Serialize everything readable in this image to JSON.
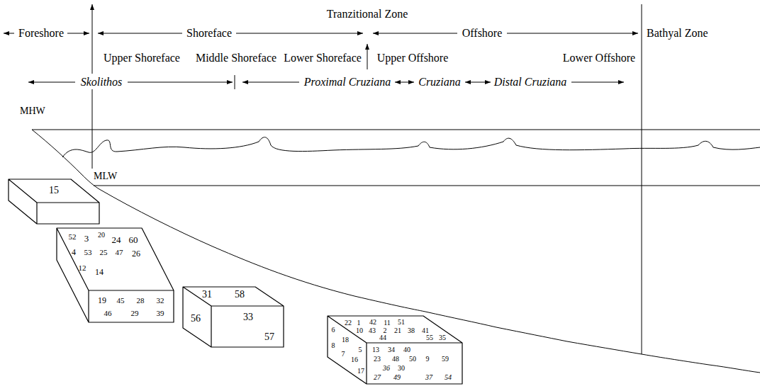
{
  "diagram": {
    "nodes": [
      {
        "text": [
          "15"
        ]
      },
      {
        "text": [
          "52",
          "3",
          "20",
          "24",
          "60",
          "4",
          "53",
          "25",
          "47",
          "26",
          "12",
          "14",
          "19",
          "45",
          "28",
          "32",
          "46",
          "29",
          "39"
        ]
      },
      {
        "text": [
          "31",
          "58",
          "56",
          "33",
          "57"
        ]
      },
      {
        "text": [
          "6",
          "22",
          "1",
          "42",
          "11",
          "51",
          "10",
          "43",
          "2",
          "21",
          "38",
          "41",
          "44",
          "55",
          "35",
          "8",
          "18",
          "5",
          "13",
          "34",
          "40",
          "7",
          "16",
          "23",
          "48",
          "50",
          "9",
          "59",
          "36",
          "30",
          "17",
          "27",
          "49",
          "37",
          "54"
        ]
      }
    ],
    "labels": [
      "Tranzitional Zone",
      "Foreshore",
      "Shoreface",
      "Offshore",
      "Bathyal Zone",
      "Upper Shoreface",
      "Middle Shoreface",
      "Lower Shoreface",
      "Upper Offshore",
      "Lower Offshore",
      "Skolithos",
      "Proximal Cruziana",
      "Cruziana",
      "Distal Cruziana",
      "MHW",
      "MLW"
    ]
  }
}
